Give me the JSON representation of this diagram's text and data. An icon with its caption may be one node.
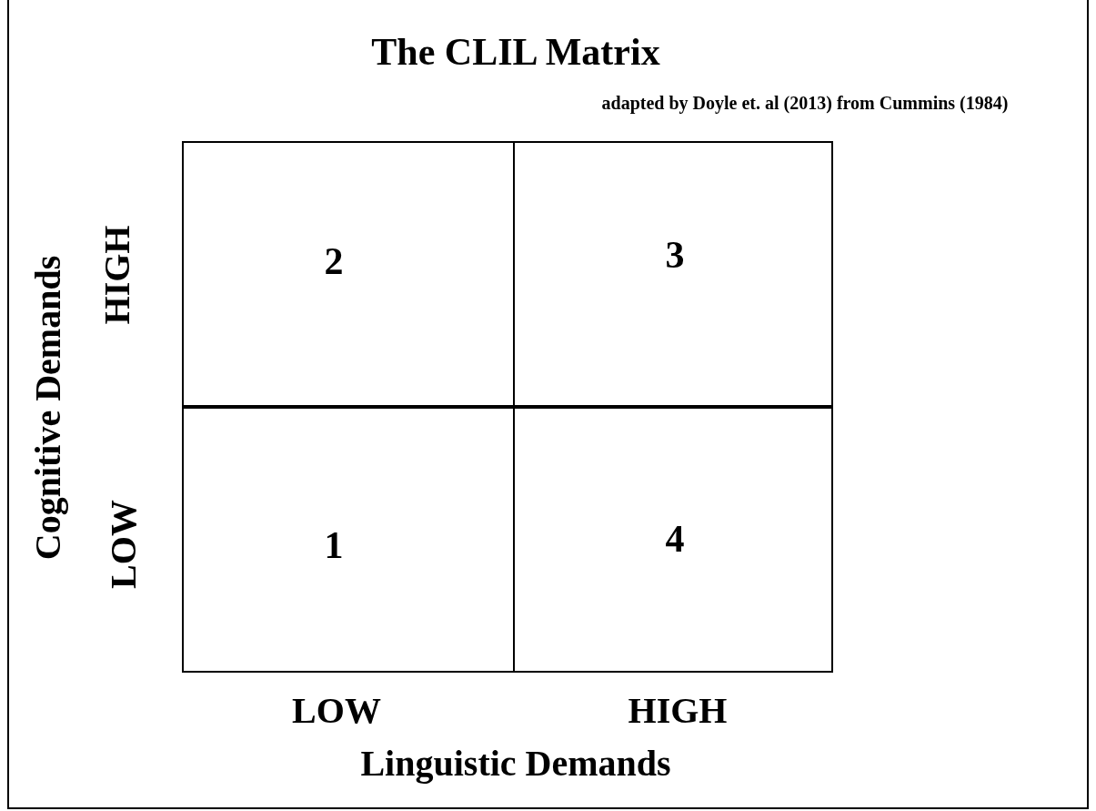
{
  "diagram": {
    "title": "The CLIL Matrix",
    "nodes": [
      {
        "text": [
          "2"
        ]
      },
      {
        "text": [
          "3"
        ]
      },
      {
        "text": [
          "1"
        ]
      },
      {
        "text": [
          "4"
        ]
      }
    ],
    "labels": [
      "adapted by Doyle et. al (2013) from Cummins (1984)",
      "Cognitive Demands",
      "HIGH",
      "LOW",
      "LOW",
      "HIGH",
      "Linguistic Demands"
    ]
  }
}
